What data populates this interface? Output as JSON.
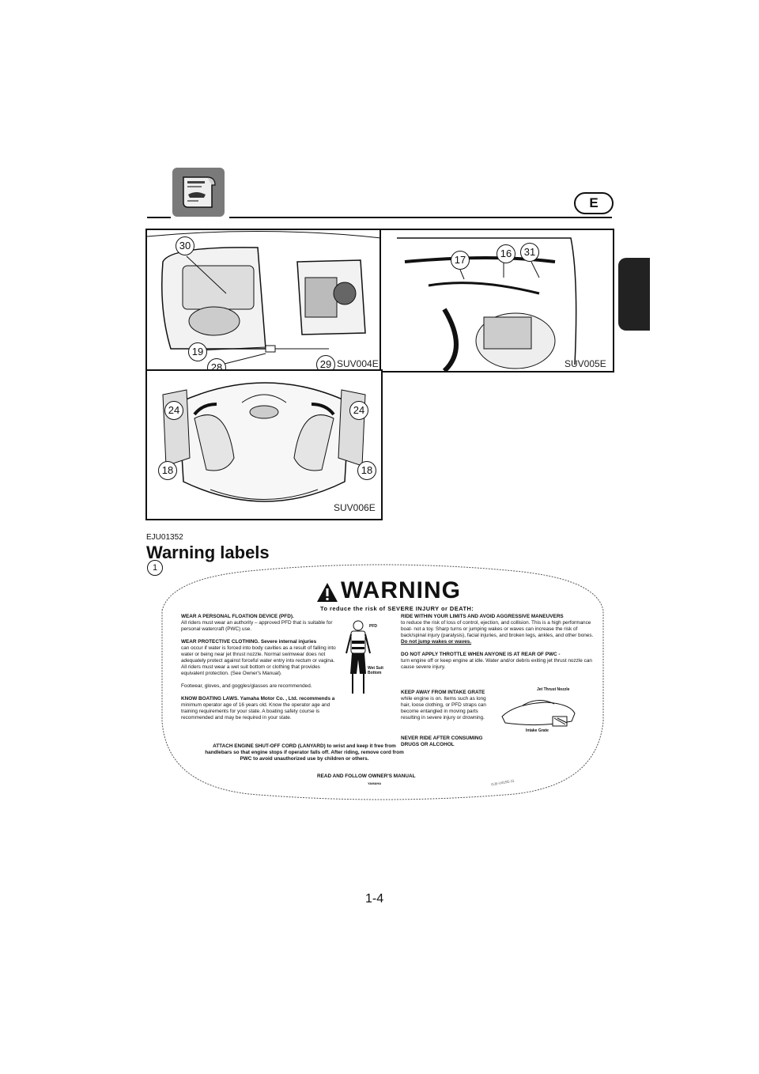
{
  "header": {
    "language_tab": "E"
  },
  "figures": {
    "top_left": {
      "code": "SUV004E",
      "callouts": [
        "30",
        "19",
        "28",
        "29"
      ]
    },
    "top_right": {
      "code": "SUV005E",
      "callouts": [
        "17",
        "16",
        "31"
      ]
    },
    "bottom_left": {
      "code": "SUV006E",
      "callouts": [
        "24",
        "24",
        "18",
        "18"
      ]
    }
  },
  "section": {
    "code": "EJU01352",
    "title": "Warning labels",
    "callout": "1"
  },
  "warning_label": {
    "heading": "WARNING",
    "subheading": "To reduce the risk of SEVERE INJURY or DEATH:",
    "left": [
      {
        "title": "WEAR A PERSONAL FLOATION DEVICE  (PFD).",
        "body": "All riders must wear an authority – approved PFD that is suitable for personal watercraft (PWC) use."
      },
      {
        "title": "WEAR PROTECTIVE CLOTHING.  Severe internal injuries",
        "body": "can occur if water is forced into body cavities as a result of falling into water or being near jet thrust nozzle. Normal swimwear does not adequately protect against forceful water entry into rectum or vagina.  All riders must wear a wet suit bottom or clothing that provides equivalent protection. (See Owner's Manual)."
      },
      {
        "title": "",
        "body": "Footwear, gloves, and goggles/glasses are recommended."
      },
      {
        "title": "KNOW BOATING LAWS.  Yamaha Motor Co. , Ltd. recommends a",
        "body": "minimum operator age of 16 years old.  Know the operator age and training requirements for your state. A boating safety course is recommended and may be required in your state."
      }
    ],
    "figure_labels": {
      "pfd": "PFD",
      "wetsuit": "Wet Suit Bottom",
      "nozzle": "Jet Thrust Nozzle",
      "grate": "Intake Grate"
    },
    "right": [
      {
        "title": "RIDE WITHIN YOUR LIMITS AND AVOID AGGRESSIVE MANEUVERS",
        "body": "to reduce the risk of loss of control, ejection, and collision. This is a high performance boat- not a toy.  Sharp turns or jumping wakes or waves can increase the risk of back/spinal injury (paralysis), facial injuries, and broken legs, ankles, and other bones.",
        "underline": "Do not jump wakes or waves."
      },
      {
        "title": "DO NOT APPLY THROTTLE WHEN ANYONE IS AT REAR OF PWC -",
        "body": "turn engine off or keep engine at idle.  Water and/or debris exiting jet thrust nozzle can cause severe injury."
      },
      {
        "title": "KEEP AWAY FROM INTAKE GRATE",
        "body": "while engine is on.  Items such as long hair, loose clothing, or PFD straps can become entangled in moving parts resulting in severe injury or drowning."
      },
      {
        "title": "NEVER RIDE AFTER CONSUMING",
        "body": "DRUGS OR ALCOHOL"
      }
    ],
    "lanyard": "ATTACH ENGINE SHUT-OFF CORD (LANYARD) to wrist and keep it free from handlebars so that engine stops if operator falls off. After riding, remove cord from PWC to avoid unauthorized use by children or others.",
    "footer": "READ AND FOLLOW OWNER'S MANUAL",
    "brand": "YAMAHA",
    "part_no": "GJ5-U415E-11"
  },
  "page_number": "1-4"
}
